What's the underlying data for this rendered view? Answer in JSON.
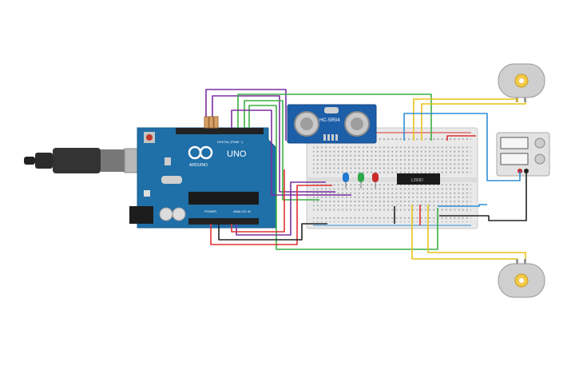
{
  "arduino": {
    "brand": "ARDUINO",
    "model": "UNO",
    "digital_label": "DIGITAL (PWM ~)",
    "power_label": "POWER",
    "analog_label": "ANALOG IN",
    "board_color": "#1f6fa8"
  },
  "sensor": {
    "model": "HC-SR04",
    "board_color": "#1c5ea8"
  },
  "driver": {
    "chip_label": "L293D"
  },
  "leds": [
    {
      "color": "#1f78d1"
    },
    {
      "color": "#2ea84a"
    },
    {
      "color": "#c92a2a"
    }
  ],
  "wire_colors": {
    "red": "#e03131",
    "black": "#222222",
    "green": "#3cb043",
    "purple": "#7b2fa0",
    "yellow": "#e8c21a",
    "blue": "#2f8fd6"
  },
  "icons": {
    "motor": "dc-motor-icon",
    "battery": "battery-pack-icon",
    "usb": "usb-cable-icon",
    "resistor": "resistor-icon"
  }
}
